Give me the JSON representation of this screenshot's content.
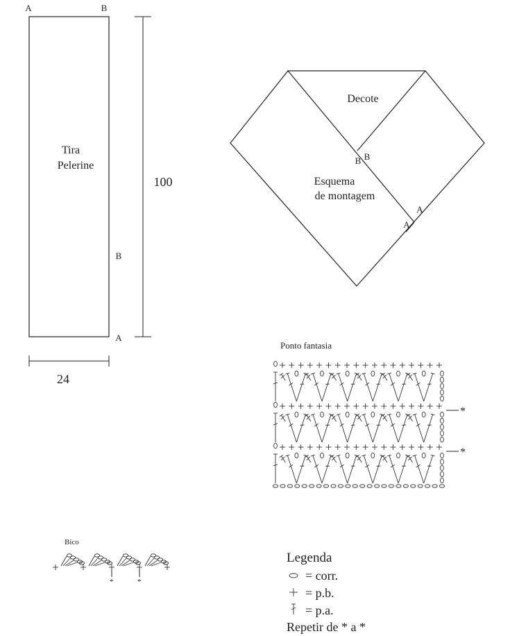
{
  "strip": {
    "corner_top_left": "A",
    "corner_top_right": "B",
    "label_line1": "Tira",
    "label_line2": "Pelerine",
    "side_mark_b": "B",
    "corner_bottom_right": "A",
    "height_value": "100",
    "width_value": "24"
  },
  "assembly": {
    "neck_label": "Decote",
    "label_line1": "Esquema",
    "label_line2": "de montagem",
    "point_b_left": "B",
    "point_b_right": "B",
    "point_a_upper": "A",
    "point_a_lower": "A"
  },
  "stitch_chart": {
    "title": "Ponto fantasia",
    "repeat_marker": "*",
    "row_count": 3,
    "repeats_per_row": 6
  },
  "edging": {
    "title": "Bico",
    "repeat_marker": "*"
  },
  "legend": {
    "title": "Legenda",
    "items": [
      {
        "symbol": "chain-icon",
        "text": "= corr."
      },
      {
        "symbol": "single-crochet-icon",
        "text": "= p.b."
      },
      {
        "symbol": "double-crochet-icon",
        "text": "= p.a."
      }
    ],
    "repeat_note": "Repetir de * a *"
  }
}
